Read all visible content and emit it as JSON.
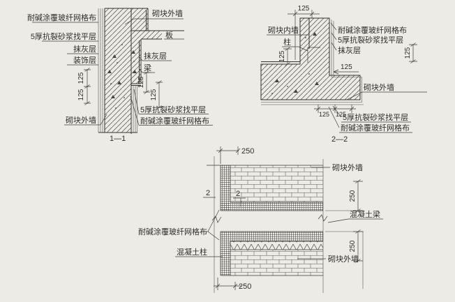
{
  "page": {
    "background": "#ecebe6",
    "ink": "#3a3a3a"
  },
  "section_1_1": {
    "title": "1—1",
    "left_labels": {
      "mesh": "耐碱涂覆玻纤网格布",
      "leveling": "5厚抗裂砂浆找平层",
      "plaster": "抹灰层",
      "decorative": "装饰层"
    },
    "wall_top": "砌块外墙",
    "slab": "板",
    "plaster_right": "抹灰层",
    "beam": "梁",
    "wall_bottom": "砌块外墙",
    "leveling_bottom": "5厚抗裂砂浆找平层",
    "mesh_bottom": "耐碱涂覆玻纤网格布",
    "dim": "125"
  },
  "section_2_2": {
    "title": "2—2",
    "inner_wall": "砌块内墙",
    "column": "柱",
    "mesh_top": "耐碱涂覆玻纤网格布",
    "leveling_top": "5厚抗裂砂浆找平层",
    "plaster": "抹灰层",
    "outer_wall": "砌块外墙",
    "leveling_bottom": "5厚抗裂砂浆找平层",
    "mesh_bottom": "耐碱涂覆玻纤网格布",
    "dim": "125"
  },
  "plan_detail": {
    "cut_number": "2",
    "outer_wall_top": "砌块外墙",
    "outer_wall_bottom": "砌块外墙",
    "beam": "混凝土梁",
    "column": "混凝土柱",
    "mesh": "耐碱涂覆玻纤网格布",
    "dim": "250"
  }
}
